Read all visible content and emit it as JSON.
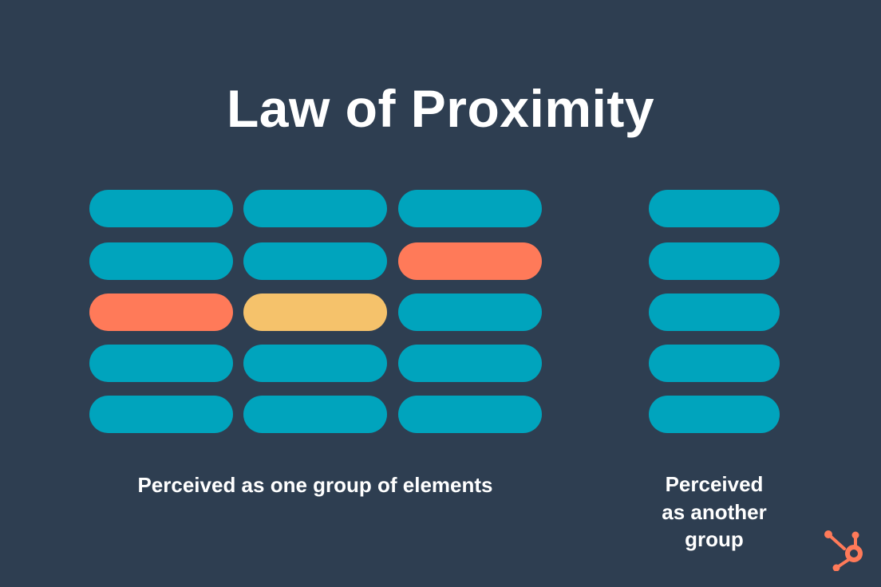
{
  "title": "Law of Proximity",
  "colors": {
    "background": "#2e3e51",
    "teal": "#00a4bd",
    "coral": "#ff7a59",
    "yellow": "#f5c26b",
    "text": "#ffffff"
  },
  "group_one": {
    "caption": "Perceived as one group of elements",
    "columns": 3,
    "rows": 5,
    "grid": [
      [
        "teal",
        "teal",
        "teal"
      ],
      [
        "teal",
        "teal",
        "coral"
      ],
      [
        "coral",
        "yellow",
        "teal"
      ],
      [
        "teal",
        "teal",
        "teal"
      ],
      [
        "teal",
        "teal",
        "teal"
      ]
    ]
  },
  "group_two": {
    "caption_lines": [
      "Perceived",
      "as another",
      "group"
    ],
    "columns": 1,
    "rows": 5,
    "grid": [
      "teal",
      "teal",
      "teal",
      "teal",
      "teal"
    ]
  },
  "logo": {
    "icon": "hubspot-sprocket-icon",
    "color": "#ff7a59"
  }
}
